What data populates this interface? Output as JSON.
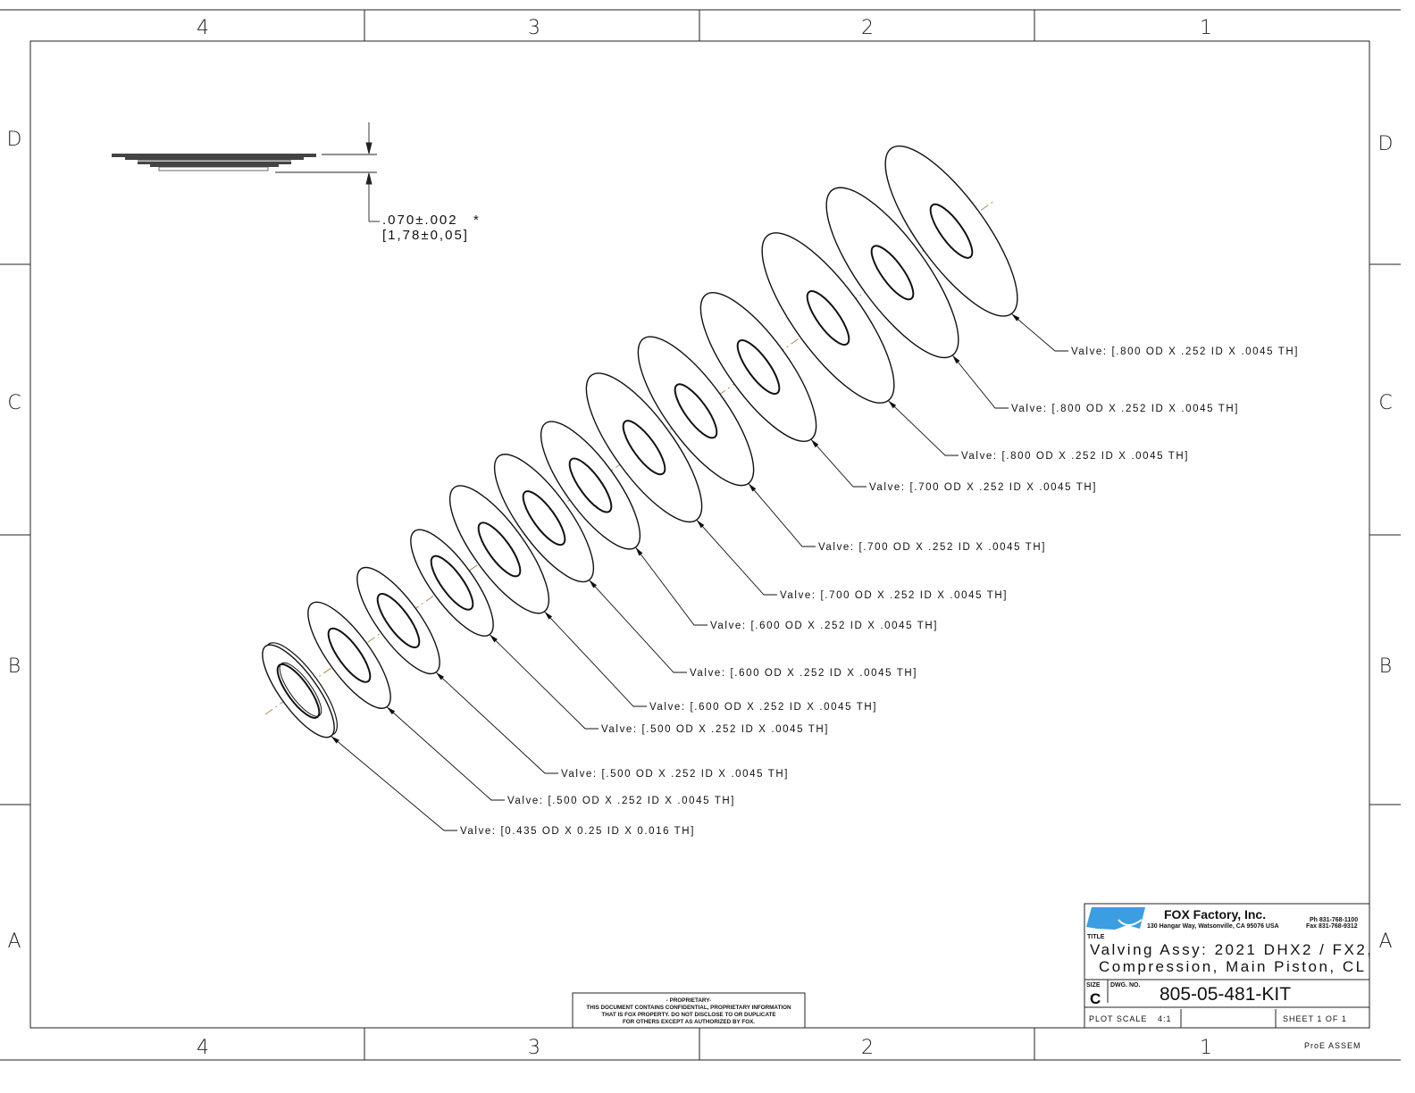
{
  "frame": {
    "columns": [
      "4",
      "3",
      "2",
      "1"
    ],
    "rows": [
      "D",
      "C",
      "B",
      "A"
    ]
  },
  "side_view": {
    "dimension": ".070±.002",
    "dimension_metric": "[1,78±0,05]",
    "note_mark": "*"
  },
  "callouts": [
    "Valve: [0.435 OD X 0.25 ID X 0.016 TH]",
    "Valve: [.500 OD X .252 ID X .0045 TH]",
    "Valve: [.500 OD X .252 ID X .0045 TH]",
    "Valve: [.500 OD X .252 ID X .0045 TH]",
    "Valve: [.600 OD X .252 ID X .0045 TH]",
    "Valve: [.600 OD X .252 ID X .0045 TH]",
    "Valve: [.600 OD X .252 ID X .0045 TH]",
    "Valve: [.700 OD X .252 ID X .0045 TH]",
    "Valve: [.700 OD X .252 ID X .0045 TH]",
    "Valve: [.700 OD X .252 ID X .0045 TH]",
    "Valve: [.800 OD X .252 ID X .0045 TH]",
    "Valve: [.800 OD X .252 ID X .0045 TH]",
    "Valve: [.800 OD X .252 ID X .0045 TH]"
  ],
  "washer_od": [
    0.435,
    0.5,
    0.5,
    0.5,
    0.6,
    0.6,
    0.6,
    0.7,
    0.7,
    0.7,
    0.8,
    0.8,
    0.8
  ],
  "proprietary": {
    "heading": "- PROPRIETARY-",
    "line1": "THIS DOCUMENT CONTAINS CONFIDENTIAL, PROPRIETARY INFORMATION",
    "line2": "THAT IS FOX PROPERTY.  DO NOT DISCLOSE TO OR DUPLICATE",
    "line3": "FOR OTHERS EXCEPT AS AUTHORIZED BY FOX."
  },
  "title_block": {
    "company": "FOX Factory, Inc.",
    "address": "130 Hangar Way, Watsonville, CA 95076 USA",
    "phone": "Ph 831-768-1100",
    "fax": "Fax 831-768-9312",
    "title_label": "TITLE",
    "title_line1": "Valving Assy: 2021 DHX2 / FX2,",
    "title_line2": "Compression, Main Piston, CL",
    "size_label": "SIZE",
    "size": "C",
    "dwg_no_label": "DWG. NO.",
    "dwg_no": "805-05-481-KIT",
    "plot_scale_label": "PLOT SCALE",
    "plot_scale": "4:1",
    "sheet": "SHEET 1 OF 1",
    "model_type": "ProE ASSEM",
    "logo_color": "#3a9ee0"
  }
}
